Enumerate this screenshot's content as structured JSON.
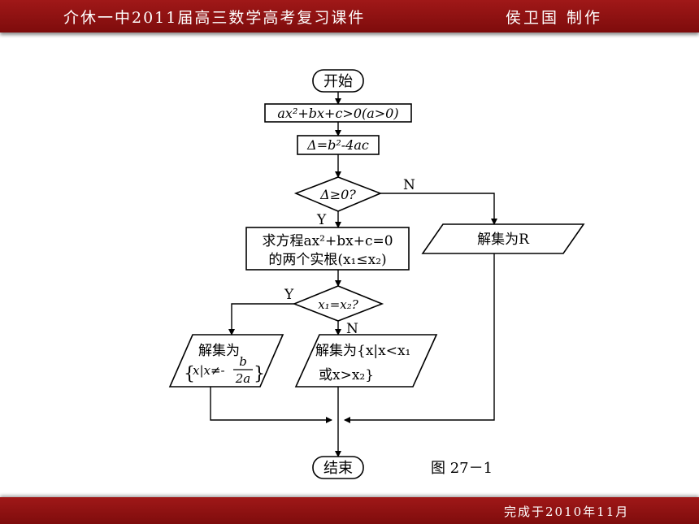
{
  "header": {
    "left_text": "介休一中2011届高三数学高考复习课件",
    "right_text": "侯卫国 制作"
  },
  "footer": {
    "text": "完成于2010年11月"
  },
  "flowchart": {
    "start": "开始",
    "inequality": "ax²+bx+c>0(a>0)",
    "discriminant": "Δ=b²-4ac",
    "decision1": "Δ≥0?",
    "label_n1": "N",
    "label_y1": "Y",
    "solve_line1": "求方程ax²+bx+c=0",
    "solve_line2": "的两个实根(x₁≤x₂)",
    "decision2": "x₁=x₂?",
    "label_y2": "Y",
    "label_n2": "N",
    "result_r": "解集为R",
    "result_left_line1": "解集为",
    "result_left_set_open": "{",
    "result_left_expr": "x|x≠-",
    "result_left_num": "b",
    "result_left_den": "2a",
    "result_left_set_close": "}",
    "result_mid_line1": "解集为{x|x<x₁",
    "result_mid_line2": "或x>x₂}",
    "end": "结束",
    "figure_caption": "图 27－1"
  },
  "colors": {
    "bar": "#8b1010",
    "line": "#000000"
  }
}
